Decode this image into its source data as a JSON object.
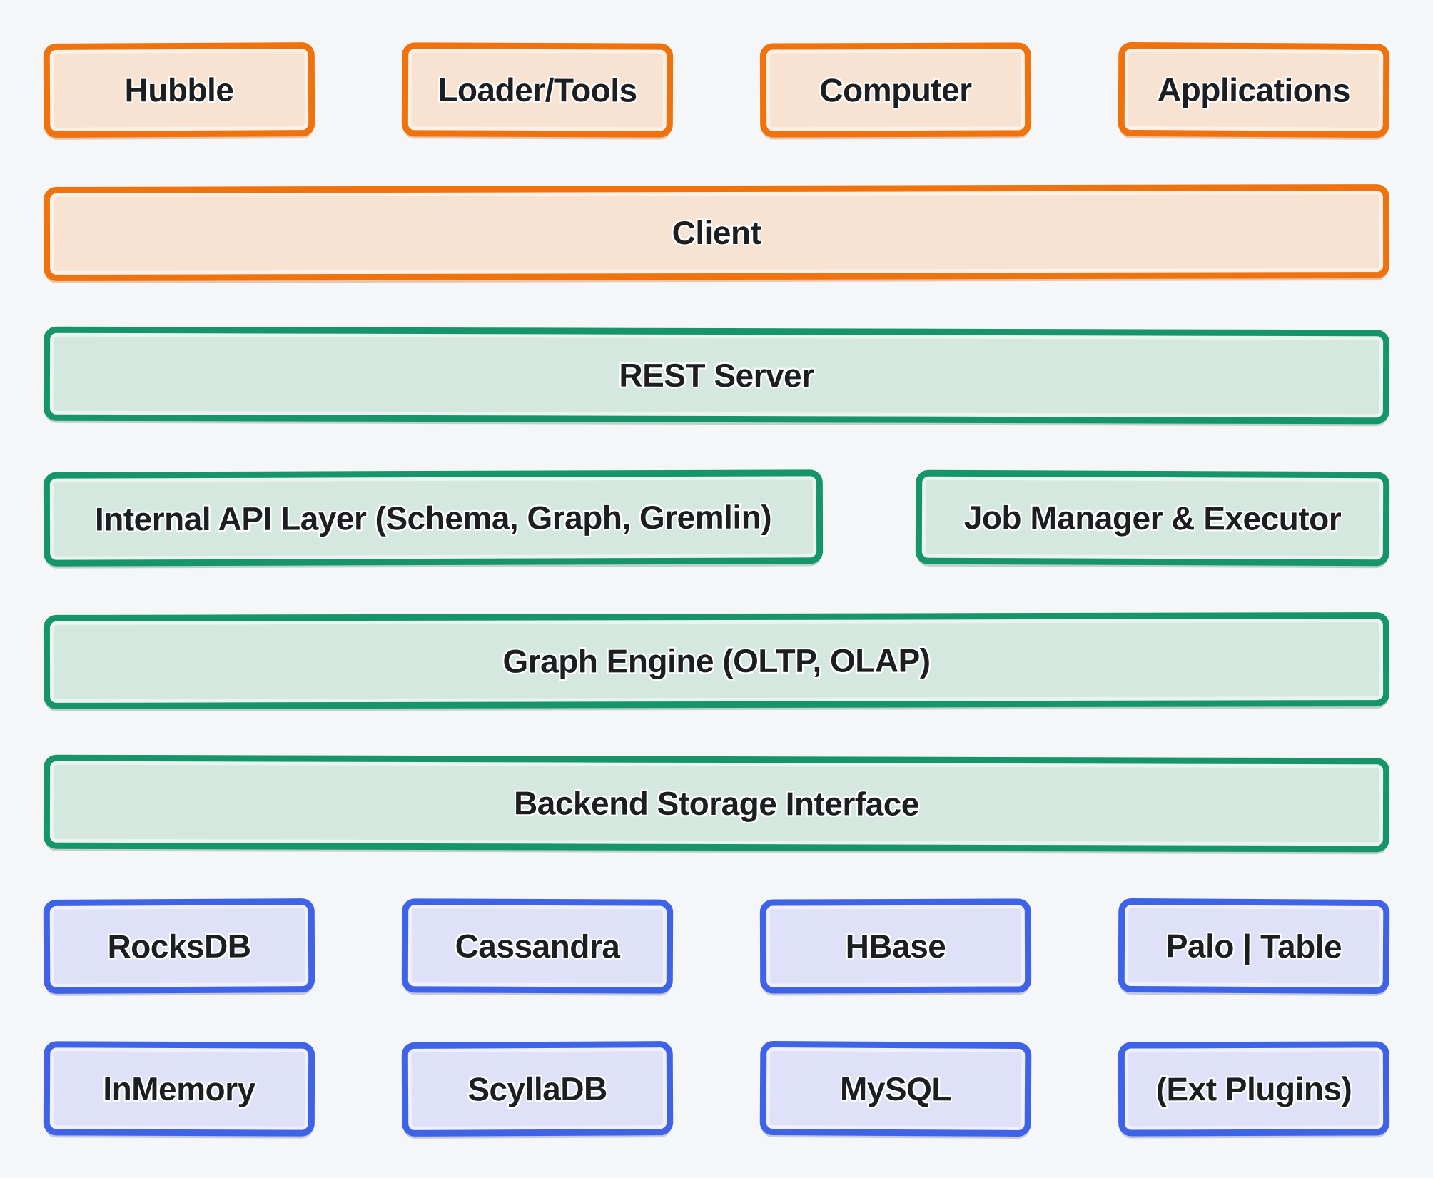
{
  "palette": {
    "background": "#F5F6F8",
    "label_text": "#1D1E21",
    "client_tier_border": "#F0720C",
    "client_tier_fill": "#F8E3D2",
    "server_tier_border": "#159569",
    "server_tier_fill": "#D5E8DF",
    "storage_tier_border": "#3F63E6",
    "storage_tier_fill": "#DEE1F7"
  },
  "diagram": {
    "rows": [
      {
        "name": "client-tools",
        "boxes": [
          {
            "label": "Hubble"
          },
          {
            "label": "Loader/Tools"
          },
          {
            "label": "Computer"
          },
          {
            "label": "Applications"
          }
        ]
      },
      {
        "name": "client",
        "boxes": [
          {
            "label": "Client"
          }
        ]
      },
      {
        "name": "rest-server",
        "boxes": [
          {
            "label": "REST Server"
          }
        ]
      },
      {
        "name": "api-and-jobs",
        "boxes": [
          {
            "label": "Internal API Layer (Schema, Graph, Gremlin)"
          },
          {
            "label": "Job Manager & Executor"
          }
        ]
      },
      {
        "name": "graph-engine",
        "boxes": [
          {
            "label": "Graph Engine (OLTP, OLAP)"
          }
        ]
      },
      {
        "name": "backend-storage-interface",
        "boxes": [
          {
            "label": "Backend Storage Interface"
          }
        ]
      },
      {
        "name": "storage-backends-row-1",
        "boxes": [
          {
            "label": "RocksDB"
          },
          {
            "label": "Cassandra"
          },
          {
            "label": "HBase"
          },
          {
            "label": "Palo | Table"
          }
        ]
      },
      {
        "name": "storage-backends-row-2",
        "boxes": [
          {
            "label": "InMemory"
          },
          {
            "label": "ScyllaDB"
          },
          {
            "label": "MySQL"
          },
          {
            "label": "(Ext Plugins)"
          }
        ]
      }
    ]
  }
}
